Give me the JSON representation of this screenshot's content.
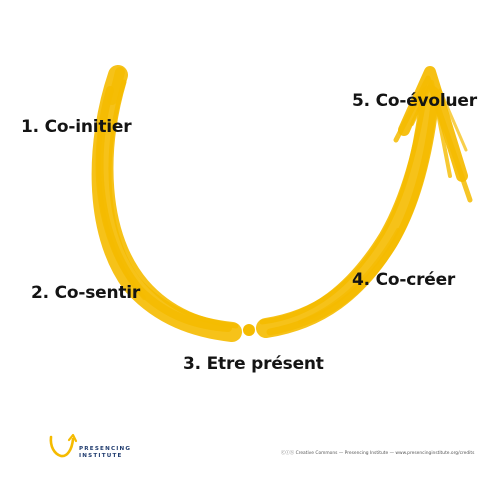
{
  "diagram": {
    "stages": [
      {
        "label": "1. Co-initier"
      },
      {
        "label": "2. Co-sentir"
      },
      {
        "label": "3. Etre présent"
      },
      {
        "label": "4. Co-créer"
      },
      {
        "label": "5. Co-évoluer"
      }
    ],
    "curve_color": "#f5bb00",
    "label_color": "#141414"
  },
  "footer": {
    "logo": {
      "line1": "PRESENCING",
      "line2": "INSTITUTE",
      "icon_color": "#f5bb00",
      "text_color": "#1f3b6e"
    },
    "credits": "Creative Commons — Presencing Institute — www.presencinginstitute.org/credits"
  }
}
